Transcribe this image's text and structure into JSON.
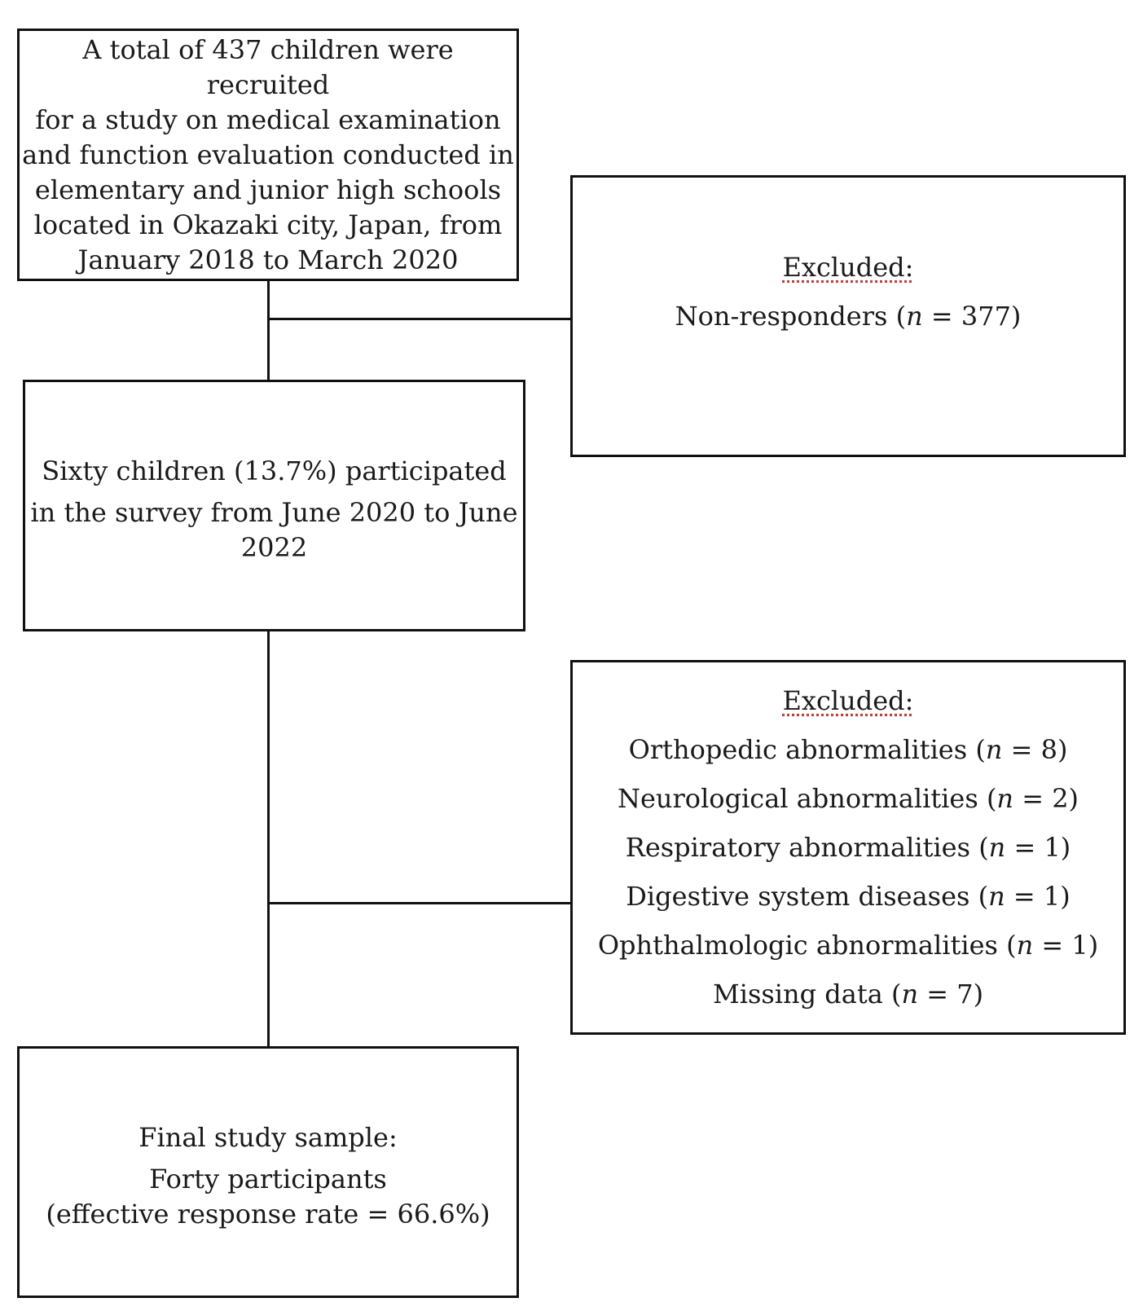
{
  "recruited": {
    "lines": [
      "A total of 437 children were recruited",
      "for a study on medical examination",
      "and function evaluation conducted in",
      "elementary and junior high schools",
      "located in Okazaki city, Japan, from",
      "January 2018 to March 2020"
    ]
  },
  "excluded_1": {
    "heading": "Excluded:",
    "items": [
      {
        "label": "Non-responders (",
        "n": "n",
        "value": " = 377)"
      }
    ]
  },
  "participated": {
    "line1": "Sixty children (13.7%) participated",
    "line2": "in the survey from June 2020 to June",
    "line3": "2022"
  },
  "excluded_2": {
    "heading": "Excluded:",
    "items": [
      {
        "label": "Orthopedic abnormalities (",
        "n": "n",
        "value": " = 8)"
      },
      {
        "label": "Neurological abnormalities (",
        "n": "n",
        "value": " = 2)"
      },
      {
        "label": "Respiratory abnormalities (",
        "n": "n",
        "value": " = 1)"
      },
      {
        "label": "Digestive system diseases (",
        "n": "n",
        "value": " = 1)"
      },
      {
        "label": "Ophthalmologic abnormalities (",
        "n": "n",
        "value": " = 1)"
      },
      {
        "label": "Missing data (",
        "n": "n",
        "value": " = 7)"
      }
    ]
  },
  "final": {
    "heading": "Final study sample:",
    "line1": "Forty participants",
    "line2": "(effective response rate = 66.6%)"
  }
}
